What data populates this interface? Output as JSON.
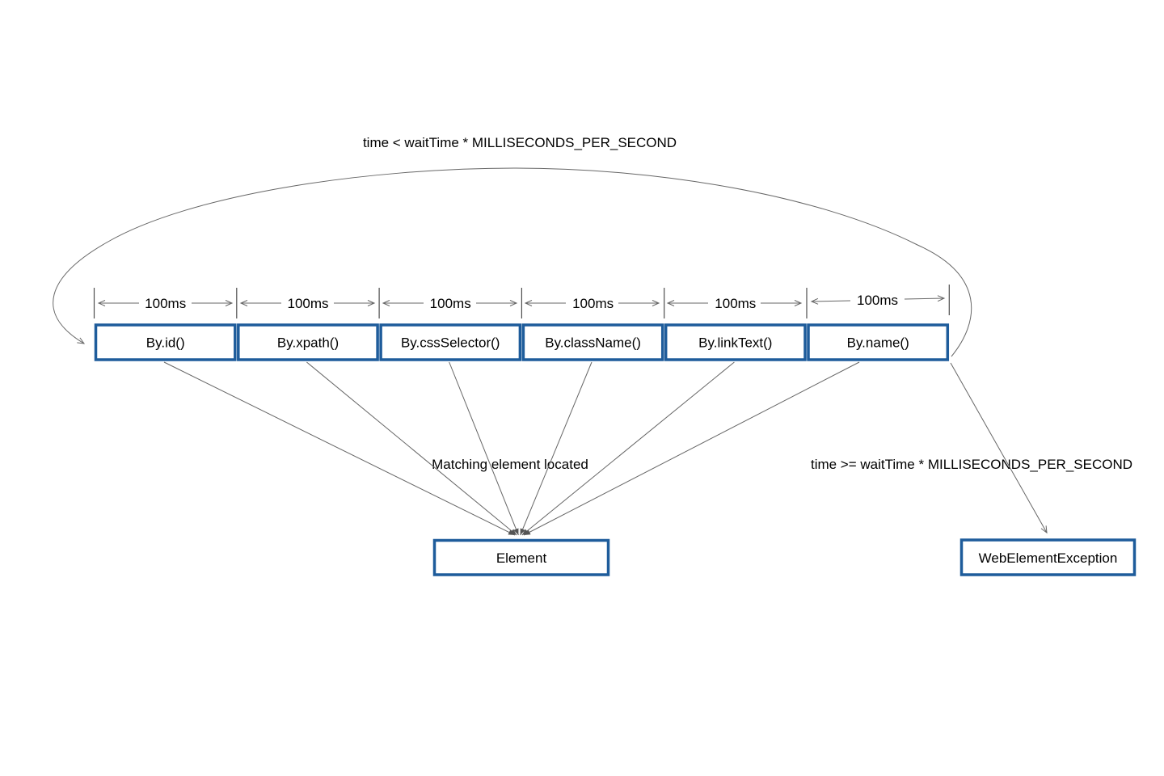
{
  "diagram": {
    "labels": {
      "loop_condition": "time < waitTime * MILLISECONDS_PER_SECOND",
      "timeout_condition": "time >= waitTime * MILLISECONDS_PER_SECOND",
      "match_annotation": "Matching element located",
      "interval": "100ms"
    },
    "locators": [
      {
        "label": "By.id()"
      },
      {
        "label": "By.xpath()"
      },
      {
        "label": "By.cssSelector()"
      },
      {
        "label": "By.className()"
      },
      {
        "label": "By.linkText()"
      },
      {
        "label": "By.name()"
      }
    ],
    "nodes": {
      "element": "Element",
      "exception": "WebElementException"
    },
    "colors": {
      "box_border": "#1e5c9b",
      "connector": "#666666",
      "text": "#000000",
      "background": "#ffffff"
    }
  }
}
